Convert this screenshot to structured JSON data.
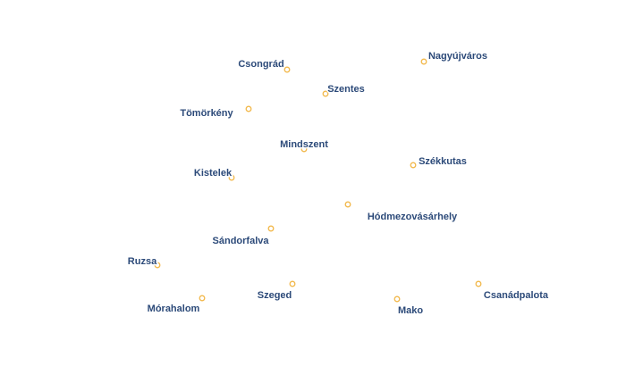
{
  "map": {
    "marker_color": "#f2b84b",
    "label_color": "#2c4a79",
    "label_halo_color": "#ffffff",
    "towns": [
      {
        "name": "Csongrád"
      },
      {
        "name": "Nagyújváros"
      },
      {
        "name": "Szentes"
      },
      {
        "name": "Tömörkény"
      },
      {
        "name": "Mindszent"
      },
      {
        "name": "Székkutas"
      },
      {
        "name": "Kistelek"
      },
      {
        "name": "Hódmezovásárhely"
      },
      {
        "name": "Sándorfalva"
      },
      {
        "name": "Ruzsa"
      },
      {
        "name": "Szeged"
      },
      {
        "name": "Csanádpalota"
      },
      {
        "name": "Mórahalom"
      },
      {
        "name": "Mako"
      }
    ]
  }
}
